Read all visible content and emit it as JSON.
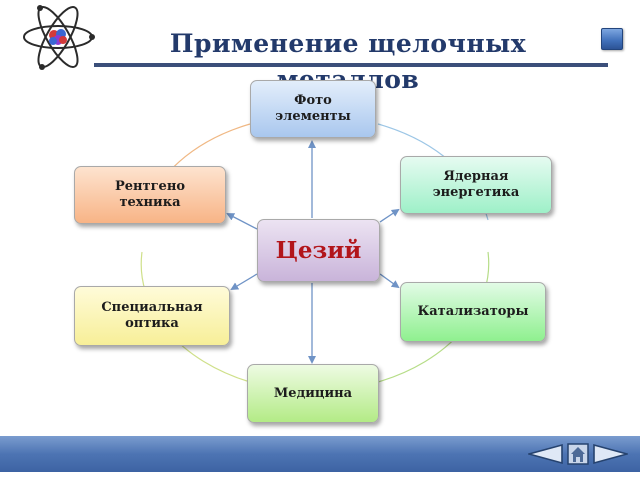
{
  "header": {
    "title": "Применение щелочных металлов"
  },
  "diagram": {
    "center": "Цезий",
    "nodes": {
      "photo": [
        "Фото",
        "элементы"
      ],
      "nuclear": [
        "Ядерная",
        "энергетика"
      ],
      "xray": [
        "Рентгено",
        "техника"
      ],
      "optics": [
        "Специальная",
        "оптика"
      ],
      "catalyst": [
        "Катализаторы"
      ],
      "medicine": [
        "Медицина"
      ]
    },
    "colors": {
      "center_text": "#b2151b",
      "arrow": "#6f93c6",
      "ring_left": "#f0b884",
      "ring_right": "#9cc6e6",
      "ring_bottom": "#b6dd88"
    }
  },
  "footer": {
    "bar_color": "#4d74b3",
    "nav": {
      "prev_icon": "left-arrow-icon",
      "home_icon": "home-icon",
      "next_icon": "right-arrow-icon"
    }
  }
}
